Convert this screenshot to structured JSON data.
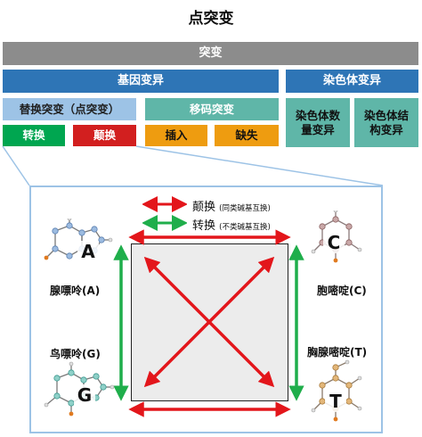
{
  "title": "点突变",
  "hierarchy": {
    "mutation": "突变",
    "gene_mutation": "基因变异",
    "chromosome_mutation": "染色体变异",
    "substitution": "替换突变（点突变）",
    "frameshift": "移码突变",
    "chromosome_number": "染色体数量变异",
    "chromosome_structure": "染色体结构变异",
    "transition": "转换",
    "transversion": "颠换",
    "insertion": "插入",
    "deletion": "缺失"
  },
  "legend": {
    "transversion": "颠换",
    "transversion_note": "(同类碱基互换)",
    "transition": "转换",
    "transition_note": "(不类碱基互换)"
  },
  "bases": {
    "A": {
      "letter": "A",
      "name": "腺嘌呤(A)"
    },
    "C": {
      "letter": "C",
      "name": "胞嘧啶(C)"
    },
    "G": {
      "letter": "G",
      "name": "鸟嘌呤(G)"
    },
    "T": {
      "letter": "T",
      "name": "胸腺嘧啶(T)"
    }
  },
  "colors": {
    "transversion_arrow": "#e3161b",
    "transition_arrow": "#1fae4b",
    "mutation_box": "#8c8c8c",
    "category_box": "#2e75b6",
    "substitution_box": "#9dc3e6",
    "teal_box": "#5fb6a8",
    "transition_box": "#00a650",
    "transversion_box": "#d21f1f",
    "indel_box": "#ee9c10"
  }
}
